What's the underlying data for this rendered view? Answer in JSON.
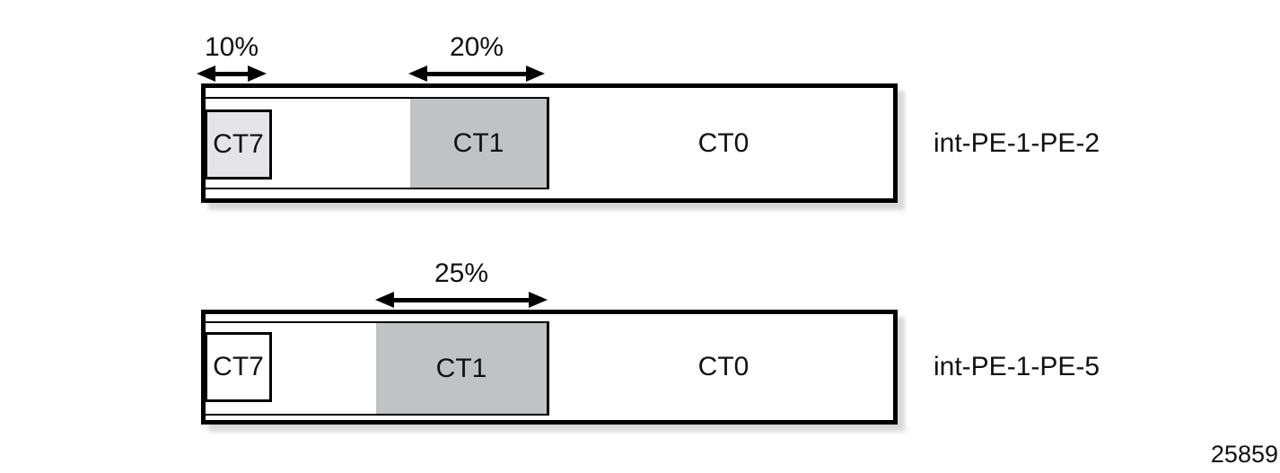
{
  "figure": {
    "number": "25859",
    "description_colors": {
      "outline": "#000000",
      "ct1_fill": "#c1c2c4",
      "ct7_active_fill": "#e5e5e7",
      "ct7_idle_fill": "#ffffff",
      "shadow": "#d8d8d8"
    }
  },
  "bars": [
    {
      "interface": "int-PE-1-PE-2",
      "ct7": {
        "label": "CT7",
        "bandwidth": "10%"
      },
      "ct1": {
        "label": "CT1",
        "bandwidth": "20%"
      },
      "ct0": {
        "label": "CT0"
      },
      "annotations": [
        {
          "label": "10%",
          "target": "CT7"
        },
        {
          "label": "20%",
          "target": "CT1"
        }
      ]
    },
    {
      "interface": "int-PE-1-PE-5",
      "ct7": {
        "label": "CT7"
      },
      "ct1": {
        "label": "CT1",
        "bandwidth": "25%"
      },
      "ct0": {
        "label": "CT0"
      },
      "annotations": [
        {
          "label": "25%",
          "target": "CT1"
        }
      ]
    }
  ]
}
